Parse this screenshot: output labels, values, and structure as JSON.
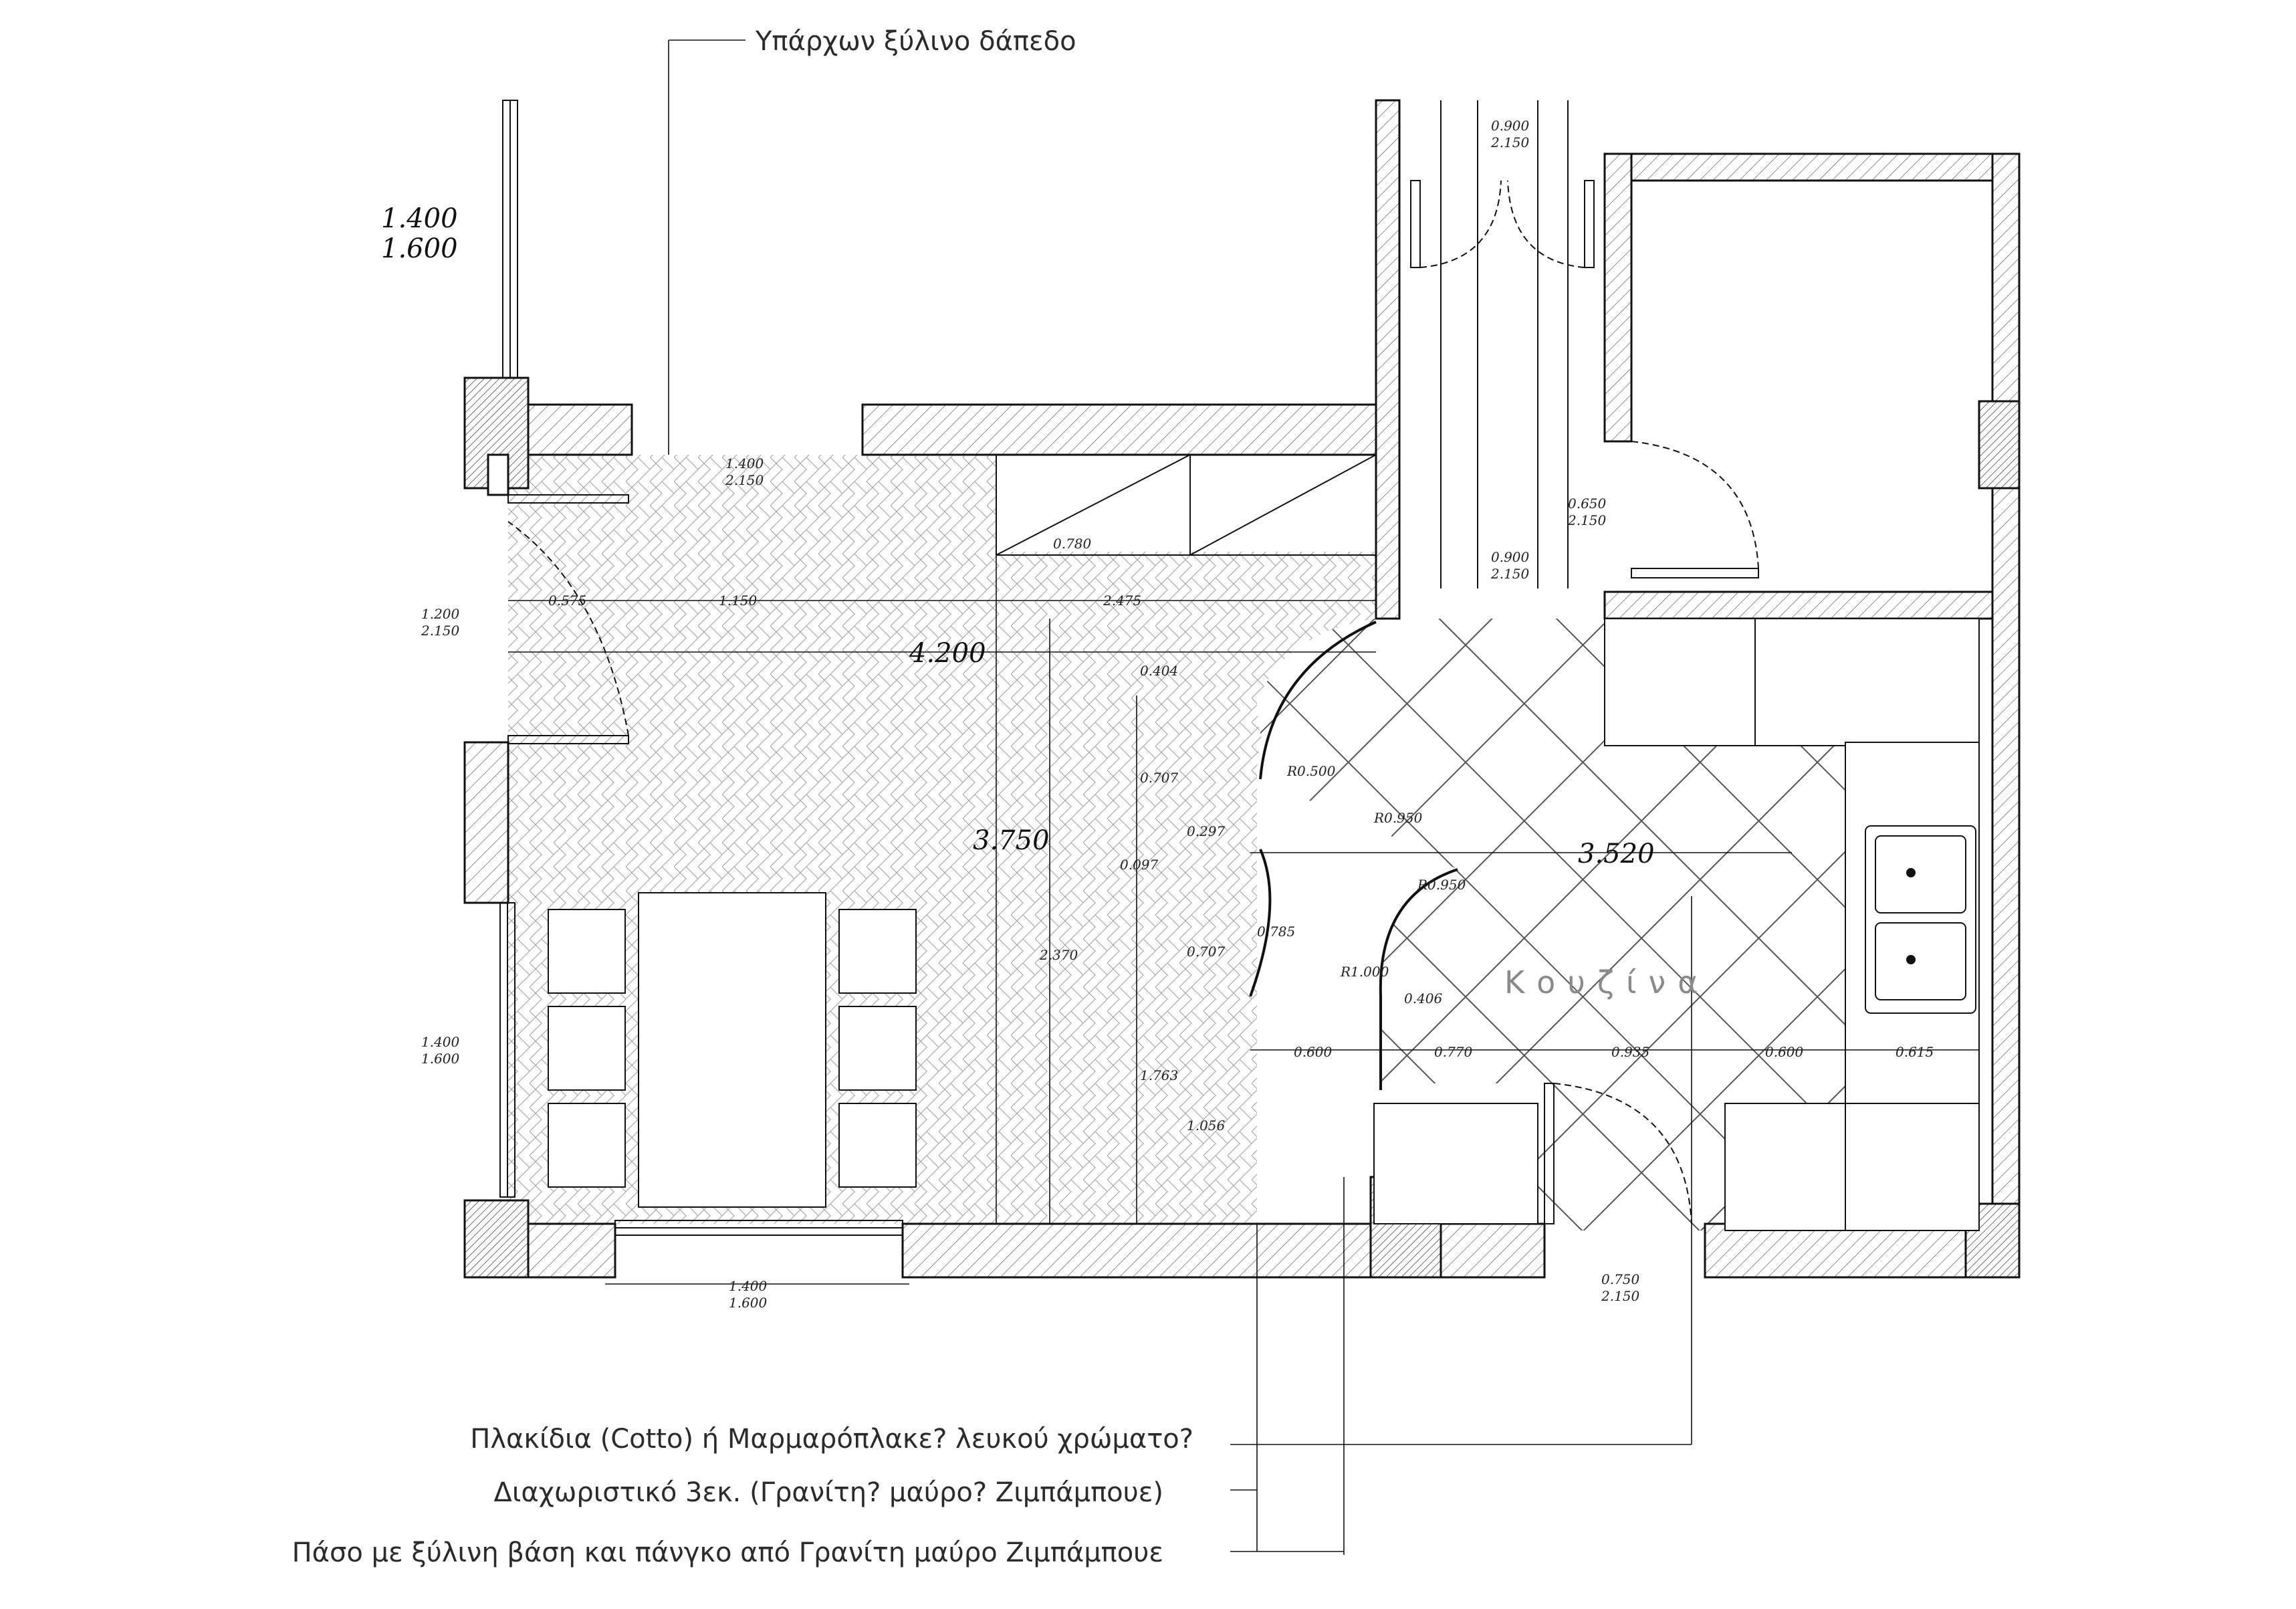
{
  "labels": {
    "existing_floor": "Υπάρχων ξύλινο δάπεδο",
    "tiles_note": "Πλακίδια (Cotto) ή Μαρμαρόπλακε? λευκού χρώματο?",
    "divider_note": "Διαχωριστικό 3εκ. (Γρανίτη? μαύρο? Ζιμπάμπουε)",
    "counter_note": "Πάσο με ξύλινη βάση και πάνγκο από Γρανίτη μαύρο Ζιμπάμπουε",
    "room_name": "Κουζίνα"
  },
  "openings": {
    "window_top_left_w": "1.400",
    "window_top_left_h": "1.600",
    "door_top_w": "1.400",
    "door_top_h": "2.150",
    "door_left_w": "1.200",
    "door_left_h": "2.150",
    "window_left_w": "1.400",
    "window_left_h": "1.600",
    "window_bottom_w": "1.400",
    "window_bottom_h": "1.600",
    "corridor_top_w": "0.900",
    "corridor_top_h": "2.150",
    "corridor_mid_w": "0.900",
    "corridor_mid_h": "2.150",
    "wc_door_w": "0.650",
    "wc_door_h": "2.150",
    "kitchen_door_w": "0.750",
    "kitchen_door_h": "2.150"
  },
  "dimensions": {
    "d_0575": "0.575",
    "d_1150": "1.150",
    "d_2475": "2.475",
    "d_4200": "4.200",
    "d_3750": "3.750",
    "d_3520": "3.520",
    "d_0780": "0.780",
    "d_0404": "0.404",
    "d_0707a": "0.707",
    "d_0297": "0.297",
    "d_0097": "0.097",
    "d_0707b": "0.707",
    "d_2370": "2.370",
    "d_1763": "1.763",
    "d_1056": "1.056",
    "d_0785": "0.785",
    "d_0406": "0.406",
    "r_0500": "R0.500",
    "r_0950a": "R0.950",
    "r_0950b": "R0.950",
    "r_1000": "R1.000",
    "b_0600a": "0.600",
    "b_0770": "0.770",
    "b_0935": "0.935",
    "b_0600b": "0.600",
    "b_0615": "0.615"
  }
}
